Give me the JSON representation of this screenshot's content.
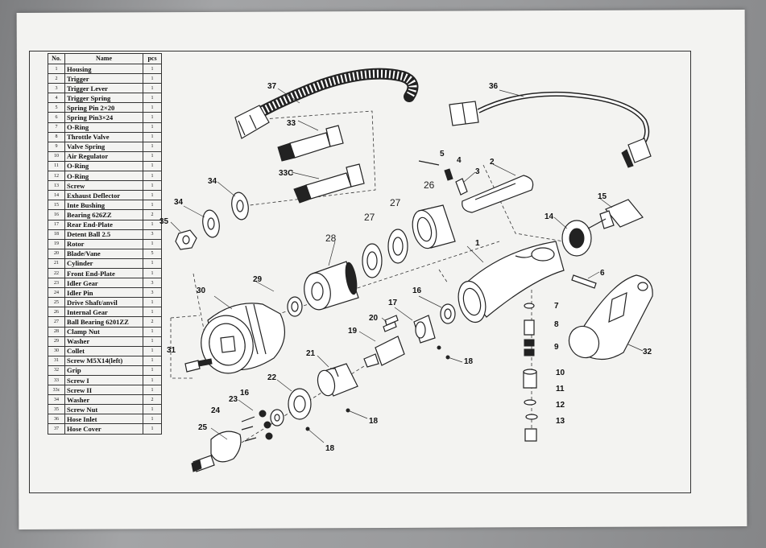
{
  "table": {
    "headers": {
      "no": "No.",
      "name": "Name",
      "pcs": "pcs"
    },
    "rows": [
      {
        "no": "1",
        "name": "Housing",
        "pcs": "1"
      },
      {
        "no": "2",
        "name": "Trigger",
        "pcs": "1"
      },
      {
        "no": "3",
        "name": "Trigger Lever",
        "pcs": "1"
      },
      {
        "no": "4",
        "name": "Trigger Spring",
        "pcs": "1"
      },
      {
        "no": "5",
        "name": "Spring Pin 2×20",
        "pcs": "1"
      },
      {
        "no": "6",
        "name": "Spring Pin3×24",
        "pcs": "1"
      },
      {
        "no": "7",
        "name": "O-Ring",
        "pcs": "1"
      },
      {
        "no": "8",
        "name": "Throttle Valve",
        "pcs": "1"
      },
      {
        "no": "9",
        "name": "Valve Spring",
        "pcs": "1"
      },
      {
        "no": "10",
        "name": "Air Regulator",
        "pcs": "1"
      },
      {
        "no": "11",
        "name": "O-Ring",
        "pcs": "1"
      },
      {
        "no": "12",
        "name": "O-Ring",
        "pcs": "1"
      },
      {
        "no": "13",
        "name": "Screw",
        "pcs": "1"
      },
      {
        "no": "14",
        "name": "Exhaust Deflector",
        "pcs": "1"
      },
      {
        "no": "15",
        "name": "Inte Bushing",
        "pcs": "1"
      },
      {
        "no": "16",
        "name": "Bearing 626ZZ",
        "pcs": "2"
      },
      {
        "no": "17",
        "name": "Rear End-Plate",
        "pcs": "1"
      },
      {
        "no": "18",
        "name": "Detent Ball 2.5",
        "pcs": "3"
      },
      {
        "no": "19",
        "name": "Rotor",
        "pcs": "1"
      },
      {
        "no": "20",
        "name": "Blade/Vane",
        "pcs": "5"
      },
      {
        "no": "21",
        "name": "Cylinder",
        "pcs": "1"
      },
      {
        "no": "22",
        "name": "Front End-Plate",
        "pcs": "1"
      },
      {
        "no": "23",
        "name": "Idler Gear",
        "pcs": "3"
      },
      {
        "no": "24",
        "name": "Idler Pin",
        "pcs": "3"
      },
      {
        "no": "25",
        "name": "Drive Shaft/anvil",
        "pcs": "1"
      },
      {
        "no": "26",
        "name": "Internal Gear",
        "pcs": "1"
      },
      {
        "no": "27",
        "name": "Ball Bearing 6201ZZ",
        "pcs": "2"
      },
      {
        "no": "28",
        "name": "Clamp Nut",
        "pcs": "1"
      },
      {
        "no": "29",
        "name": "Washer",
        "pcs": "1"
      },
      {
        "no": "30",
        "name": "Collet",
        "pcs": "1"
      },
      {
        "no": "31",
        "name": "Screw M5X14(left)",
        "pcs": "1"
      },
      {
        "no": "32",
        "name": "Grip",
        "pcs": "1"
      },
      {
        "no": "33",
        "name": "Screw I",
        "pcs": "1"
      },
      {
        "no": "33c",
        "name": "Screw II",
        "pcs": "1"
      },
      {
        "no": "34",
        "name": "Washer",
        "pcs": "2"
      },
      {
        "no": "35",
        "name": "Screw Nut",
        "pcs": "1"
      },
      {
        "no": "36",
        "name": "Hose Inlet",
        "pcs": "1"
      },
      {
        "no": "37",
        "name": "Hose Cover",
        "pcs": "1"
      }
    ]
  },
  "callouts": {
    "c1": "1",
    "c2": "2",
    "c3": "3",
    "c4": "4",
    "c5": "5",
    "c6": "6",
    "c7": "7",
    "c8": "8",
    "c9": "9",
    "c10": "10",
    "c11": "11",
    "c12": "12",
    "c13": "13",
    "c14": "14",
    "c15": "15",
    "c16a": "16",
    "c16b": "16",
    "c17": "17",
    "c18a": "18",
    "c18b": "18",
    "c18c": "18",
    "c19": "19",
    "c20": "20",
    "c21": "21",
    "c22": "22",
    "c23": "23",
    "c24": "24",
    "c25": "25",
    "c26": "26",
    "c27a": "27",
    "c27b": "27",
    "c28": "28",
    "c29": "29",
    "c30": "30",
    "c31": "31",
    "c32": "32",
    "c33": "33",
    "c33c": "33C",
    "c34a": "34",
    "c34b": "34",
    "c35": "35",
    "c36": "36",
    "c37": "37"
  }
}
